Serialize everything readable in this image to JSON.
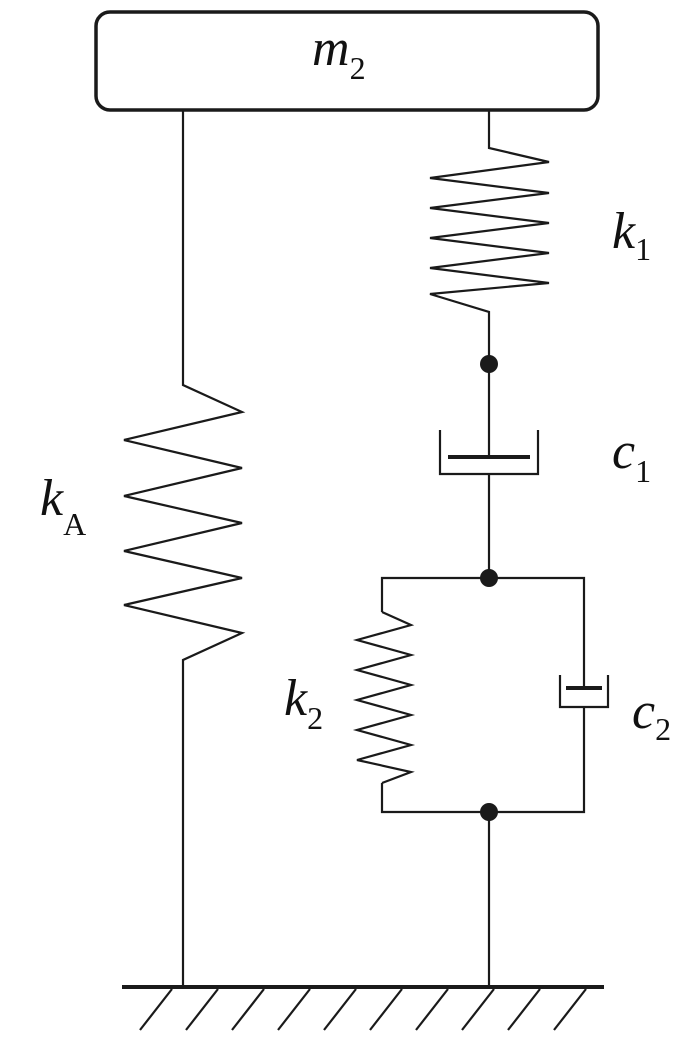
{
  "labels": {
    "mass": {
      "main": "m",
      "sub": "2"
    },
    "kA": {
      "main": "k",
      "sub": "A"
    },
    "k1": {
      "main": "k",
      "sub": "1"
    },
    "c1": {
      "main": "c",
      "sub": "1"
    },
    "k2": {
      "main": "k",
      "sub": "2"
    },
    "c2": {
      "main": "c",
      "sub": "2"
    }
  },
  "colors": {
    "stroke": "#1a1a1a",
    "background": "#ffffff"
  }
}
